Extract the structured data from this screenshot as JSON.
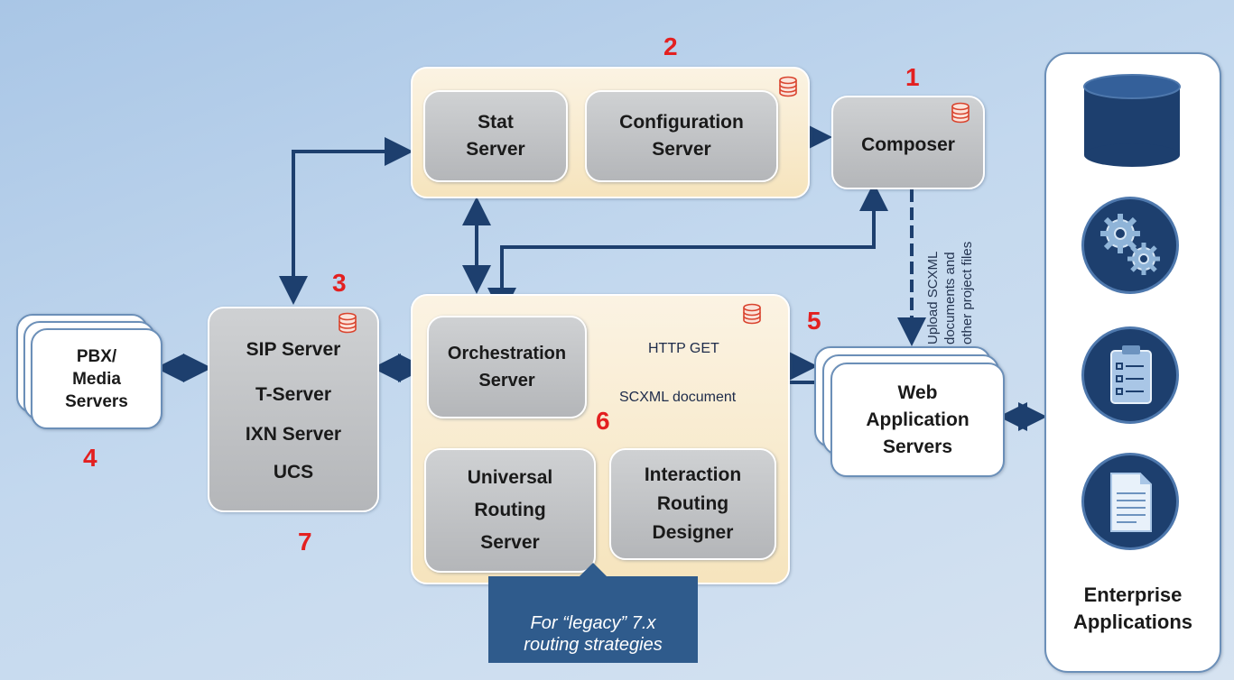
{
  "labels": {
    "stat_server": "Stat\nServer",
    "configuration_server": "Configuration\nServer",
    "composer": "Composer",
    "pbx": "PBX/\nMedia\nServers",
    "sip_server": "SIP Server",
    "t_server": "T-Server",
    "ixn_server": "IXN Server",
    "ucs": "UCS",
    "orchestration_server": "Orchestration\nServer",
    "universal_routing_server": "Universal\nRouting\nServer",
    "interaction_routing_designer": "Interaction\nRouting\nDesigner",
    "web_application_servers": "Web\nApplication\nServers",
    "enterprise_applications": "Enterprise\nApplications"
  },
  "numbers": {
    "n1": "1",
    "n2": "2",
    "n3": "3",
    "n4": "4",
    "n5": "5",
    "n6": "6",
    "n7": "7"
  },
  "edges": {
    "http_get": "HTTP GET",
    "scxml_document": "SCXML document",
    "upload_line1": "Upload SCXML",
    "upload_line2": "documents and",
    "upload_line3": "other project files"
  },
  "callout": {
    "line1": "For “legacy” 7.x",
    "line2": "routing strategies"
  },
  "icons": {
    "database": "database-icon",
    "enterprise": [
      "database-icon",
      "gears-icon",
      "clipboard-icon",
      "document-icon"
    ]
  },
  "colors": {
    "arrow": "#1d3f6e",
    "number_red": "#e32020",
    "container_cream": "#f6e4bd",
    "server_gray": "#bdbfc2",
    "callout_blue": "#2f5b8c"
  }
}
